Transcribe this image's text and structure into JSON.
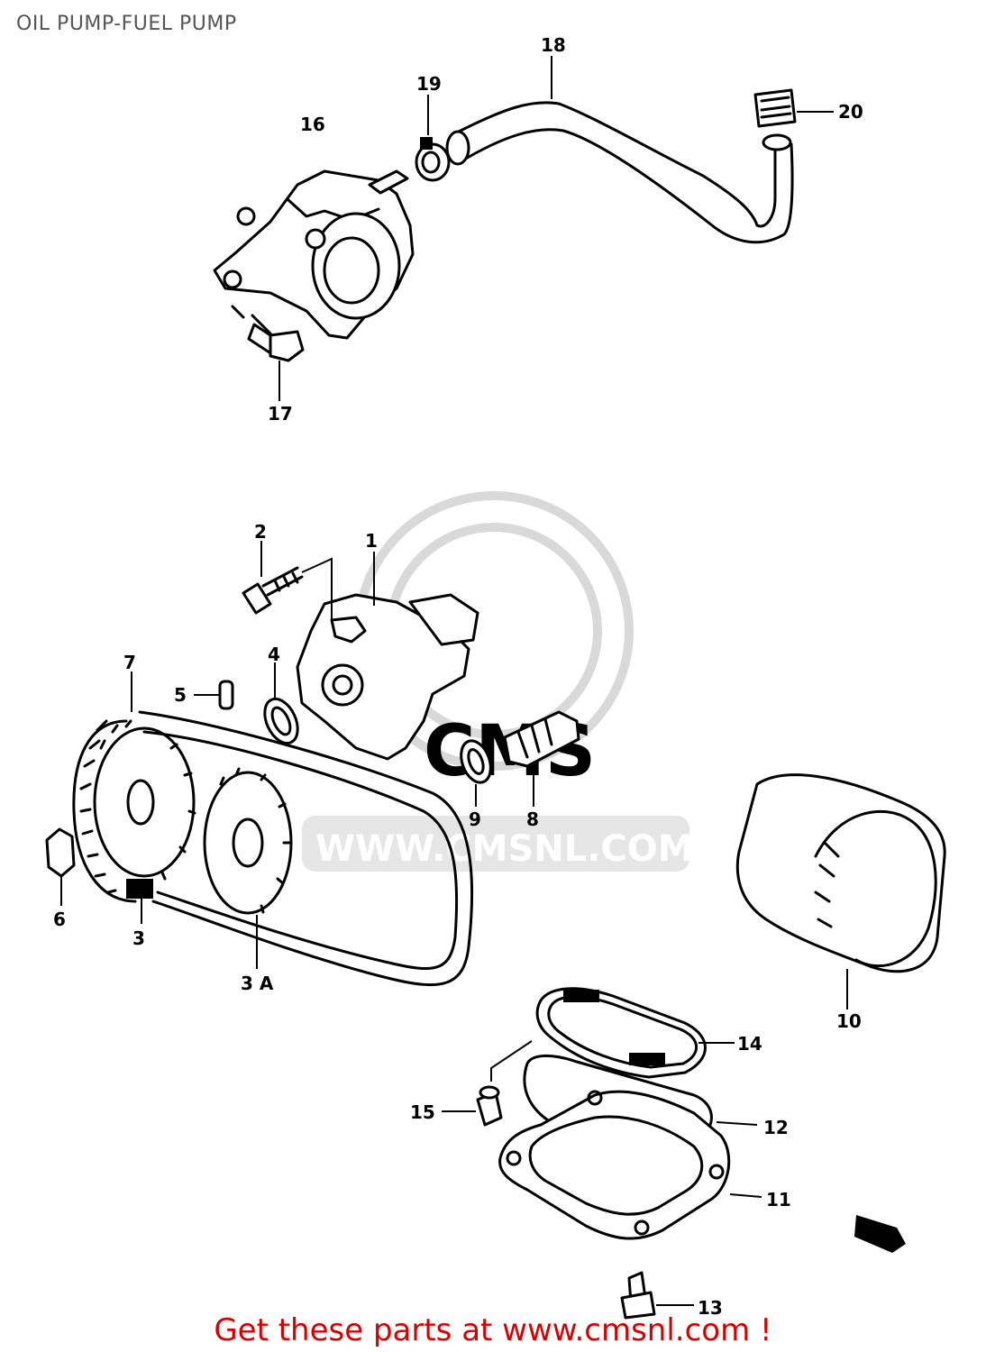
{
  "title": "OIL PUMP-FUEL PUMP",
  "watermark": {
    "brand": "CMS",
    "url": "WWW.CMSNL.COM"
  },
  "callouts": {
    "c1": "1",
    "c2": "2",
    "c3": "3",
    "c3a": "3 A",
    "c4": "4",
    "c5": "5",
    "c6": "6",
    "c7": "7",
    "c8": "8",
    "c9": "9",
    "c10": "10",
    "c11": "11",
    "c12": "12",
    "c13": "13",
    "c14": "14",
    "c15": "15",
    "c16": "16",
    "c17": "17",
    "c18": "18",
    "c19": "19",
    "c20": "20"
  },
  "footer": "Get these parts at www.cmsnl.com !",
  "colors": {
    "footer": "#d60000",
    "title": "#555555",
    "watermark": "#d9d9d9"
  }
}
